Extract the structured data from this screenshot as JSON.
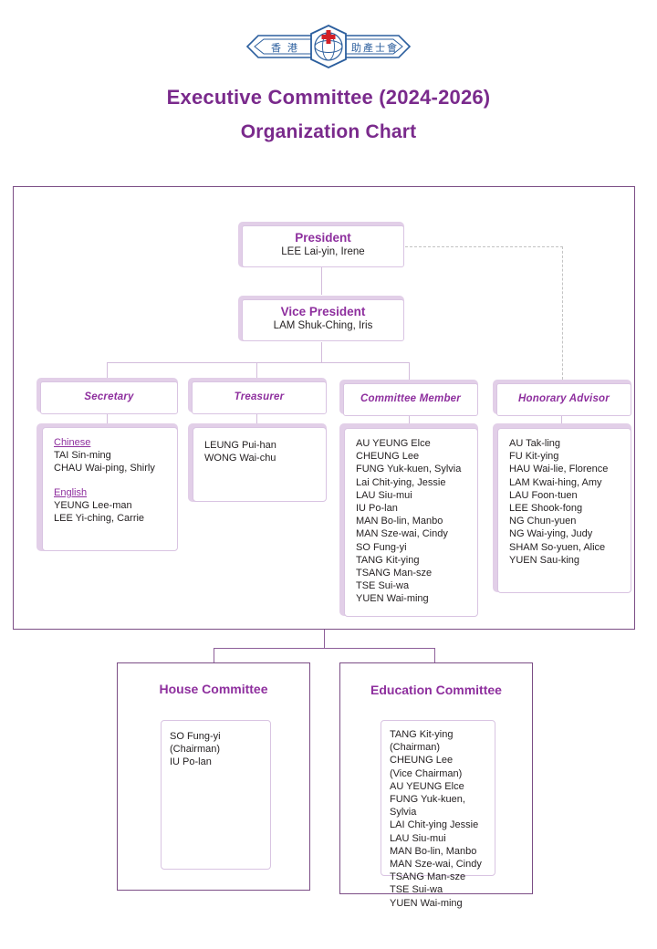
{
  "logo": {
    "name": "hong-kong-midwives-association-logo",
    "left_text": "香 港",
    "right_text": "助產士會",
    "emblem": "red-cross-and-globe-emblem"
  },
  "header": {
    "title_line_1": "Executive Committee (2024-2026)",
    "title_line_2": "Organization Chart"
  },
  "colors": {
    "title_purple": "#7a2a8c",
    "heading_purple": "#8e2f9e",
    "frame_purple": "#7b4d85",
    "card_shadow": "#e2cfe8",
    "card_border": "#d9c4e2",
    "connector": "#d3bcdc",
    "dashed_connector": "#c3c3c3"
  },
  "exec": {
    "president": {
      "title": "President",
      "name": "LEE Lai-yin, Irene"
    },
    "vice_president": {
      "title": "Vice President",
      "name": "LAM Shuk-Ching, Iris"
    },
    "secretary": {
      "title": "Secretary",
      "groups": [
        {
          "label": "Chinese",
          "names": "TAI Sin-ming\nCHAU Wai-ping, Shirly"
        },
        {
          "label": "English",
          "names": "YEUNG Lee-man\nLEE Yi-ching, Carrie"
        }
      ]
    },
    "treasurer": {
      "title": "Treasurer",
      "names": "LEUNG Pui-han\nWONG Wai-chu"
    },
    "committee_member": {
      "title": "Committee Member",
      "names": "AU YEUNG Elce\nCHEUNG Lee\nFUNG Yuk-kuen, Sylvia\nLai Chit-ying, Jessie\nLAU Siu-mui\nIU Po-lan\nMAN Bo-lin, Manbo\nMAN Sze-wai, Cindy\nSO Fung-yi\nTANG Kit-ying\nTSANG Man-sze\nTSE Sui-wa\nYUEN Wai-ming"
    },
    "honorary_advisor": {
      "title": "Honorary Advisor",
      "names": "AU Tak-ling\nFU Kit-ying\nHAU Wai-lie, Florence\nLAM Kwai-hing, Amy\nLAU Foon-tuen\nLEE Shook-fong\nNG Chun-yuen\nNG Wai-ying, Judy\nSHAM So-yuen, Alice\nYUEN Sau-king"
    }
  },
  "sub_committees": [
    {
      "title": "House Committee",
      "names": "SO Fung-yi (Chairman)\nIU Po-lan"
    },
    {
      "title": "Education Committee",
      "names": "TANG Kit-ying (Chairman)\nCHEUNG Lee\n(Vice Chairman)\nAU YEUNG Elce\nFUNG Yuk-kuen, Sylvia\nLAI Chit-ying Jessie\nLAU Siu-mui\nMAN Bo-lin, Manbo\nMAN Sze-wai, Cindy\nTSANG Man-sze\nTSE Sui-wa\nYUEN Wai-ming"
    }
  ]
}
